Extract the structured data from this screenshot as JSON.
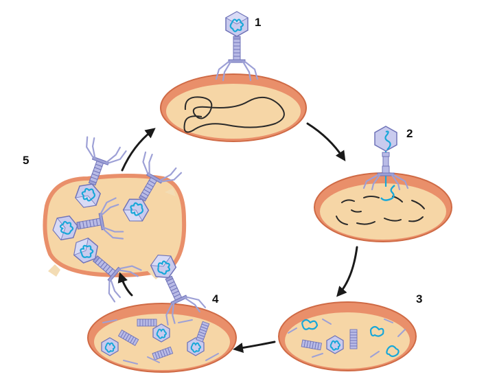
{
  "steps": [
    {
      "number": "1"
    },
    {
      "number": "2"
    },
    {
      "number": "3"
    },
    {
      "number": "4"
    },
    {
      "number": "5"
    }
  ],
  "colors": {
    "cell_wall": "#e98f6a",
    "cell_wall_dark": "#cf6a45",
    "cytoplasm": "#f6d6a6",
    "phage_body": "#b9bbe6",
    "phage_outline": "#6f73b8",
    "dna_viral": "#17a7d8",
    "dna_host": "#2a2a2a",
    "arrow": "#1a1a1a",
    "debris": "#f3dcb4"
  }
}
